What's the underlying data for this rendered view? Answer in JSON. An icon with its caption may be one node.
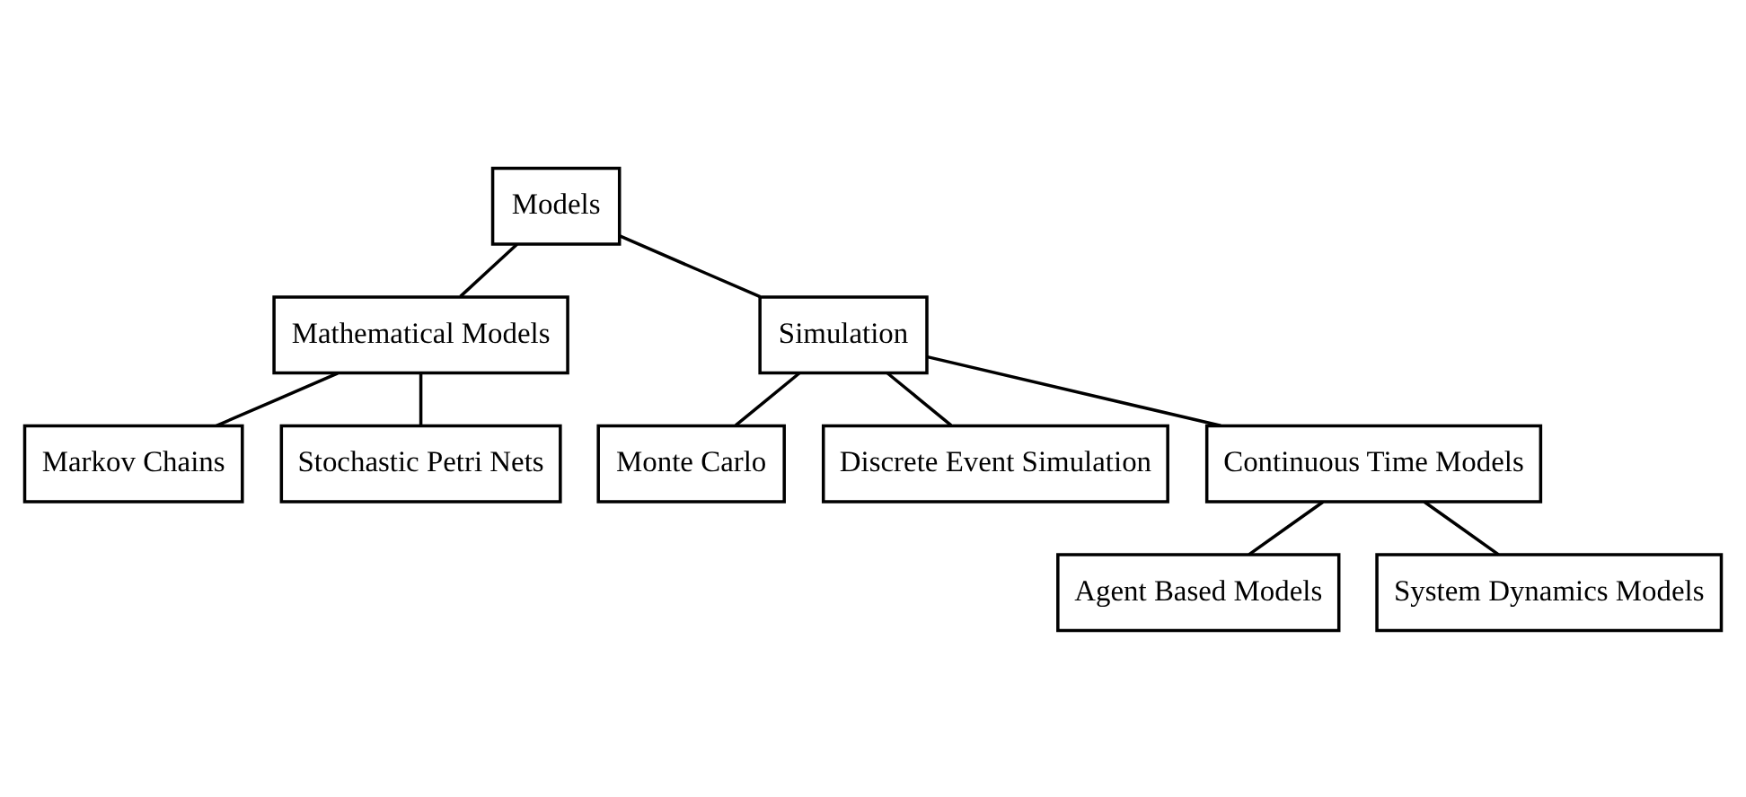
{
  "diagram": {
    "nodes": [
      {
        "text": [
          "Models"
        ]
      },
      {
        "text": [
          "Mathematical Models"
        ]
      },
      {
        "text": [
          "Simulation"
        ]
      },
      {
        "text": [
          "Markov Chains"
        ]
      },
      {
        "text": [
          "Stochastic Petri Nets"
        ]
      },
      {
        "text": [
          "Monte Carlo"
        ]
      },
      {
        "text": [
          "Discrete Event Simulation"
        ]
      },
      {
        "text": [
          "Continuous Time Models"
        ]
      },
      {
        "text": [
          "Agent Based Models"
        ]
      },
      {
        "text": [
          "System Dynamics Models"
        ]
      }
    ],
    "edges": [
      {
        "from": 0,
        "to": 1,
        "arrow": "none"
      },
      {
        "from": 0,
        "to": 2,
        "arrow": "none"
      },
      {
        "from": 1,
        "to": 3,
        "arrow": "none"
      },
      {
        "from": 1,
        "to": 4,
        "arrow": "none"
      },
      {
        "from": 2,
        "to": 5,
        "arrow": "none"
      },
      {
        "from": 2,
        "to": 6,
        "arrow": "none"
      },
      {
        "from": 2,
        "to": 7,
        "arrow": "none"
      },
      {
        "from": 7,
        "to": 8,
        "arrow": "none"
      },
      {
        "from": 7,
        "to": 9,
        "arrow": "none"
      }
    ]
  }
}
